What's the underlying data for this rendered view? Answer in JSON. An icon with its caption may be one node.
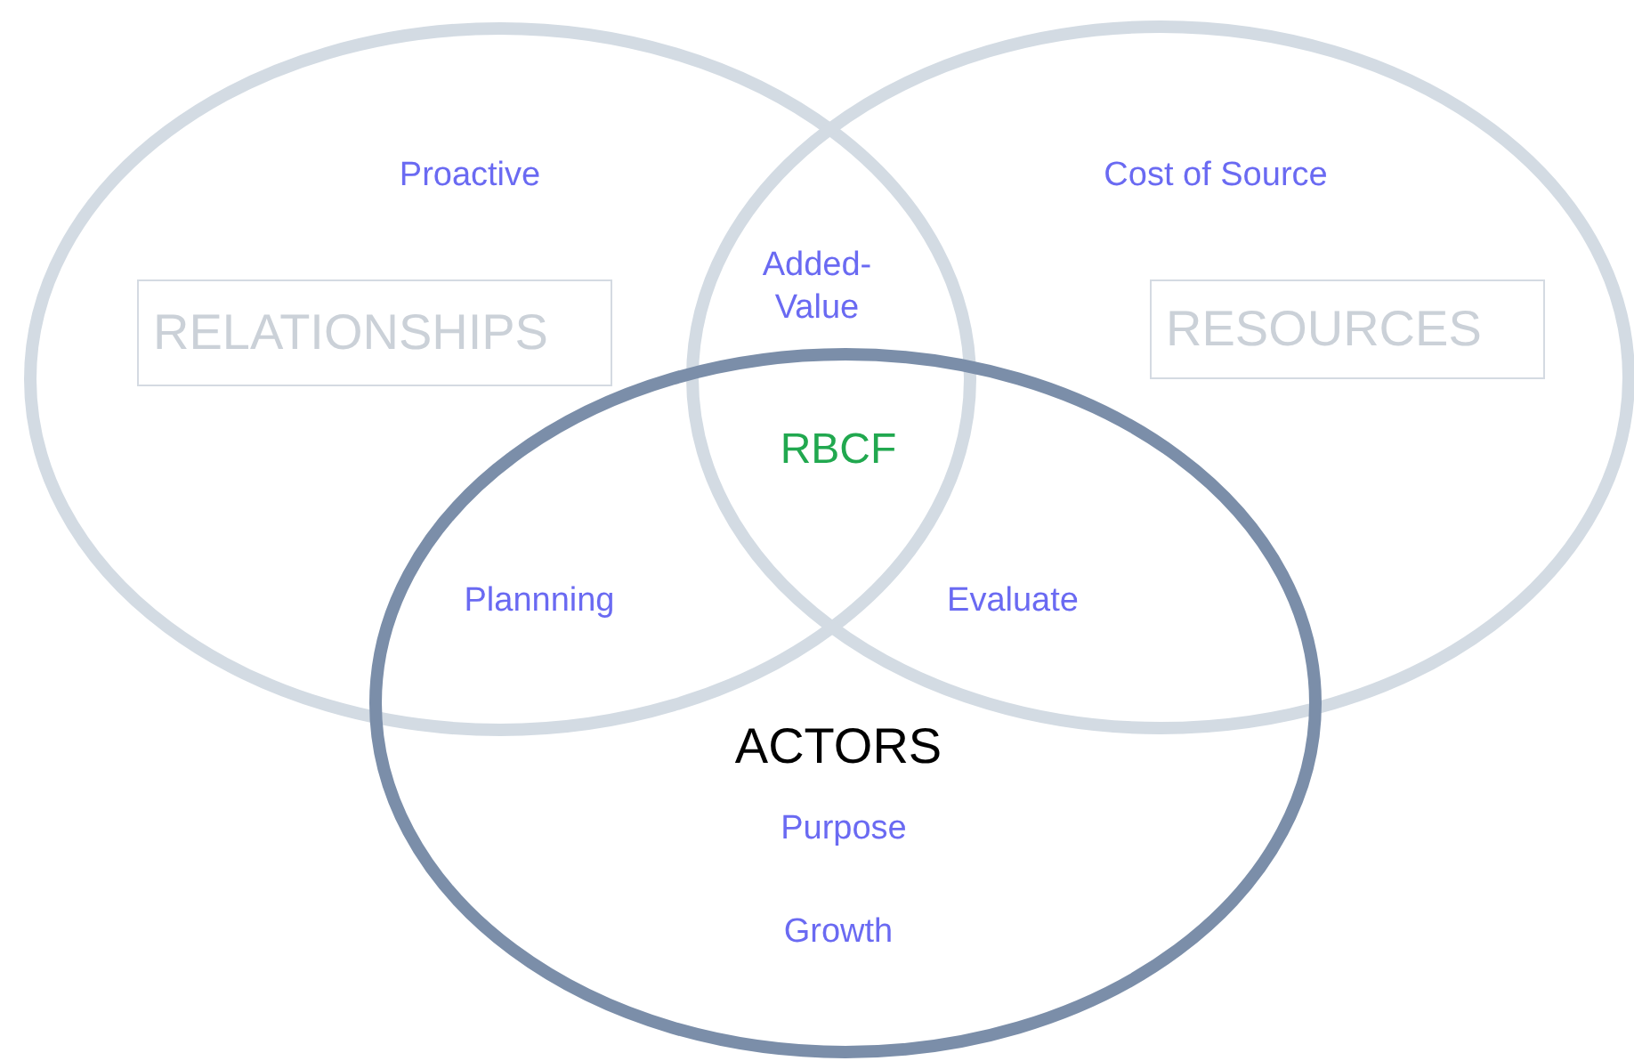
{
  "diagram": {
    "nodes": [
      {
        "text": [],
        "shape": "ellipse"
      },
      {
        "text": [],
        "shape": "ellipse"
      },
      {
        "text": [],
        "shape": "ellipse"
      },
      {
        "text": [
          "RELATIONSHIPS"
        ],
        "in": 0
      },
      {
        "text": [
          "RESOURCES"
        ],
        "in": 1
      }
    ],
    "labels": [
      "Proactive",
      "Cost of Source",
      "Added-Value",
      "RBCF",
      "Plannning",
      "Evaluate",
      "ACTORS",
      "Purpose",
      "Growth"
    ]
  }
}
